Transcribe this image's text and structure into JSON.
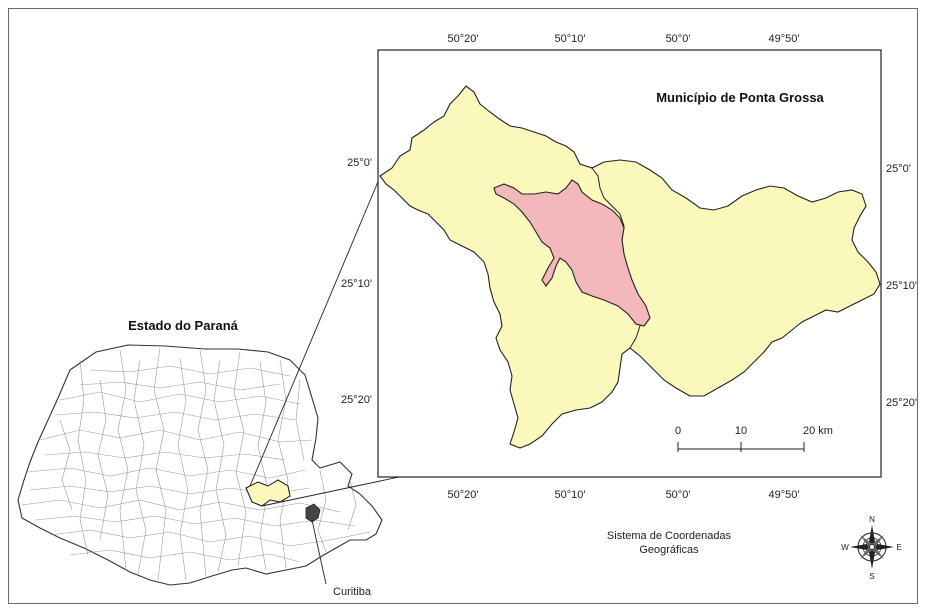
{
  "inset_title": "Município de Ponta Grossa",
  "state_title": "Estado do Paraná",
  "longitude_top": [
    "50°20'",
    "50°10'",
    "50°0'",
    "49°50'"
  ],
  "longitude_bottom": [
    "50°20'",
    "50°10'",
    "50°0'",
    "49°50'"
  ],
  "latitude_left": [
    "25°0'",
    "25°10'",
    "25°20'"
  ],
  "latitude_right": [
    "25°0'",
    "25°10'",
    "25°20'"
  ],
  "scale_bar": {
    "labels": [
      "0",
      "10",
      "20 km"
    ]
  },
  "city_label": "Curitiba",
  "coordinate_system": [
    "Sistema de Coordenadas",
    "Geográficas"
  ],
  "compass": {
    "n": "N",
    "s": "S",
    "e": "E",
    "w": "W"
  },
  "colors": {
    "municipality_fill": "#fbf8bb",
    "urban_fill": "#f3b8bb",
    "state_fill": "#ffffff",
    "outline": "#222222",
    "frame": "#6b6b6b"
  }
}
